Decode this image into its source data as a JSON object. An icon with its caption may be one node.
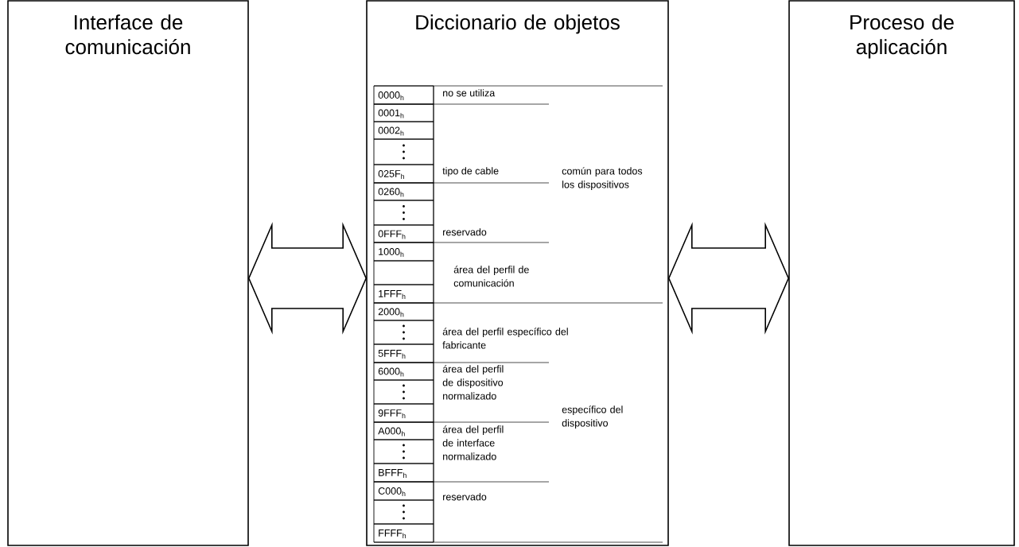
{
  "diagram": {
    "nodes": [
      {
        "text": [
          "Interface de comunicación"
        ]
      },
      {
        "text": [
          "Diccionario de objetos"
        ]
      },
      {
        "text": [
          "Proceso de aplicación"
        ]
      }
    ],
    "edges": [
      {
        "from": 0,
        "to": 1,
        "arrow": "both"
      },
      {
        "from": 1,
        "to": 2,
        "arrow": "both"
      }
    ],
    "labels": [
      "0000$_{h}$",
      "no se utiliza",
      "0001$_{h}$",
      "0002$_{h}$",
      "025F$_{h}$",
      "tipo de cable",
      "común para todos los dispositivos",
      "0260$_{h}$",
      "0FFF$_{h}$",
      "reservado",
      "1000$_{h}$",
      "área del perfil de comunicación",
      "1FFF$_{h}$",
      "2000$_{h}$",
      "área del perfil específico del fabricante",
      "5FFF$_{h}$",
      "6000$_{h}$",
      "área del perfil de dispositivo normalizado",
      "9FFF$_{h}$",
      "específico del dispositivo",
      "A000$_{h}$",
      "área del perfil de interface normalizado",
      "BFFF$_{h}$",
      "C000$_{h}$",
      "reservado",
      "FFFF$_{h}$"
    ]
  }
}
